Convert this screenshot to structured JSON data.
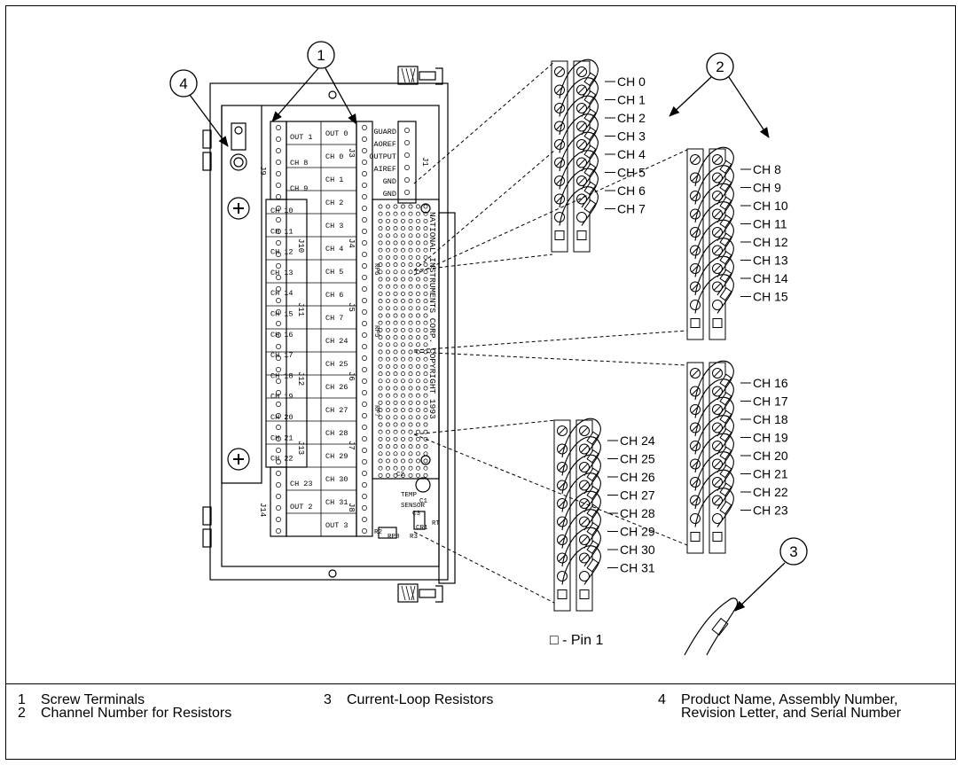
{
  "callouts": [
    "1",
    "2",
    "3",
    "4"
  ],
  "board": {
    "left_labels": [
      "OUT 1",
      "CH 8",
      "CH 9",
      "CH 10",
      "CH 11",
      "CH 12",
      "CH 13",
      "CH 14",
      "CH 15",
      "CH 16",
      "CH 17",
      "CH 18",
      "CH 19",
      "CH 20",
      "CH 21",
      "CH 22",
      "CH 23",
      "OUT 2"
    ],
    "right_labels": [
      "OUT 0",
      "CH 0",
      "CH 1",
      "CH 2",
      "CH 3",
      "CH 4",
      "CH 5",
      "CH 6",
      "CH 7",
      "CH 24",
      "CH 25",
      "CH 26",
      "CH 27",
      "CH 28",
      "CH 29",
      "CH 30",
      "CH 31",
      "OUT 3"
    ],
    "top_labels": [
      "GUARD",
      "AOREF",
      "OUTPUT",
      "AIREF",
      "GND",
      "GND"
    ],
    "connector_labels": [
      "J9",
      "J10",
      "J11",
      "J12",
      "J13",
      "J14",
      "J3",
      "J4",
      "J5",
      "J6",
      "J7",
      "J8",
      "J1"
    ],
    "vertical_text": "NATIONAL INSTRUMENTS CORP. COPYRIGHT 1993",
    "component_labels": [
      "RP6",
      "RP5",
      "RP7",
      "RP8",
      "R2",
      "R3",
      "CR1",
      "RT",
      "C1",
      "C2",
      "C3",
      "TEMP",
      "SENSOR"
    ]
  },
  "resistor_groups": [
    {
      "labels": [
        "CH 0",
        "CH 1",
        "CH 2",
        "CH 3",
        "CH 4",
        "CH 5",
        "CH 6",
        "CH 7"
      ]
    },
    {
      "labels": [
        "CH 8",
        "CH 9",
        "CH 10",
        "CH 11",
        "CH 12",
        "CH 13",
        "CH 14",
        "CH 15"
      ]
    },
    {
      "labels": [
        "CH 16",
        "CH 17",
        "CH 18",
        "CH 19",
        "CH 20",
        "CH 21",
        "CH 22",
        "CH 23"
      ]
    },
    {
      "labels": [
        "CH 24",
        "CH 25",
        "CH 26",
        "CH 27",
        "CH 28",
        "CH 29",
        "CH 30",
        "CH 31"
      ]
    }
  ],
  "pin_note": "□ - Pin 1",
  "legend": [
    {
      "num": "1",
      "text": "Screw Terminals"
    },
    {
      "num": "2",
      "text": "Channel Number for Resistors"
    },
    {
      "num": "3",
      "text": "Current-Loop Resistors"
    },
    {
      "num": "4",
      "text": "Product Name, Assembly Number, Revision Letter, and Serial Number"
    }
  ]
}
